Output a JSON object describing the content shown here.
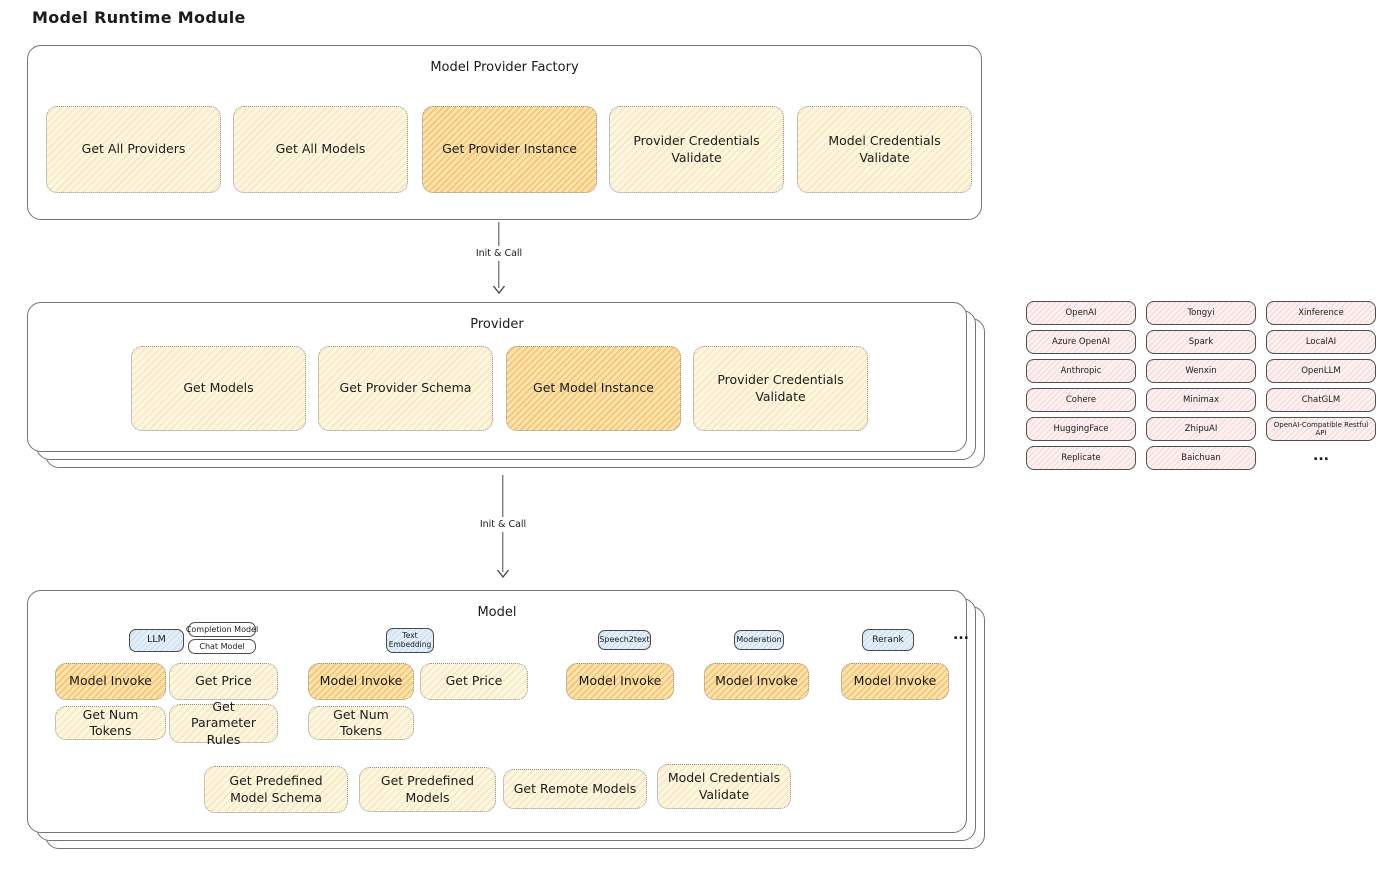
{
  "title": "Model Runtime Module",
  "colors": {
    "cream_fill": "#fdf7e2",
    "orange_fill": "#fbe4ad",
    "pink_fill": "#fdf1f1",
    "blue_fill": "#e4effa",
    "border_gray": "#757575",
    "text": "#1b1b1b"
  },
  "factory": {
    "title": "Model Provider Factory",
    "items": [
      "Get All Providers",
      "Get All Models",
      "Get Provider Instance",
      "Provider Credentials Validate",
      "Model Credentials Validate"
    ]
  },
  "arrows": {
    "top": "Init & Call",
    "bottom": "Init & Call"
  },
  "provider": {
    "title": "Provider",
    "items": [
      "Get Models",
      "Get Provider Schema",
      "Get Model Instance",
      "Provider Credentials Validate"
    ]
  },
  "providers": {
    "col1": [
      "OpenAI",
      "Azure OpenAI",
      "Anthropic",
      "Cohere",
      "HuggingFace",
      "Replicate"
    ],
    "col2": [
      "Tongyi",
      "Spark",
      "Wenxin",
      "Minimax",
      "ZhipuAI",
      "Baichuan"
    ],
    "col3": [
      "Xinference",
      "LocalAI",
      "OpenLLM",
      "ChatGLM",
      "OpenAI-Compatible Restful API"
    ],
    "more": "..."
  },
  "model": {
    "title": "Model",
    "tags": {
      "llm": "LLM",
      "completion": "Completion Model",
      "chat": "Chat Model",
      "text_embedding": "Text Embedding",
      "speech2text": "Speech2text",
      "moderation": "Moderation",
      "rerank": "Rerank",
      "more": "..."
    },
    "ops": {
      "model_invoke": "Model Invoke",
      "get_price": "Get Price",
      "get_num_tokens": "Get Num Tokens",
      "get_parameter_rules": "Get Parameter Rules"
    },
    "bottom": [
      "Get Predefined Model Schema",
      "Get Predefined Models",
      "Get Remote Models",
      "Model Credentials Validate"
    ]
  }
}
